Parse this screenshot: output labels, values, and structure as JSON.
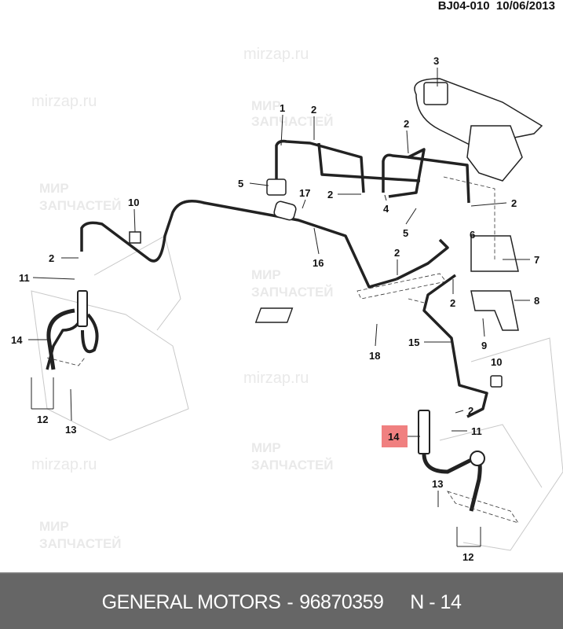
{
  "header": {
    "code": "BJ04-010",
    "date": "10/06/2013"
  },
  "watermark": {
    "line1": "МИР",
    "line2": "ЗАПЧАСТЕЙ",
    "url": "mirzap.ru"
  },
  "callouts": [
    "3",
    "1",
    "2",
    "2",
    "5",
    "17",
    "2",
    "10",
    "4",
    "2",
    "5",
    "6",
    "16",
    "2",
    "2",
    "7",
    "11",
    "2",
    "8",
    "15",
    "9",
    "14",
    "18",
    "10",
    "12",
    "13",
    "2",
    "14",
    "11",
    "13",
    "12"
  ],
  "highlight": {
    "label": "14",
    "color": "#f08080"
  },
  "footer": {
    "brand": "GENERAL MOTORS",
    "separator": "-",
    "part_number": "96870359",
    "position": "N - 14"
  }
}
